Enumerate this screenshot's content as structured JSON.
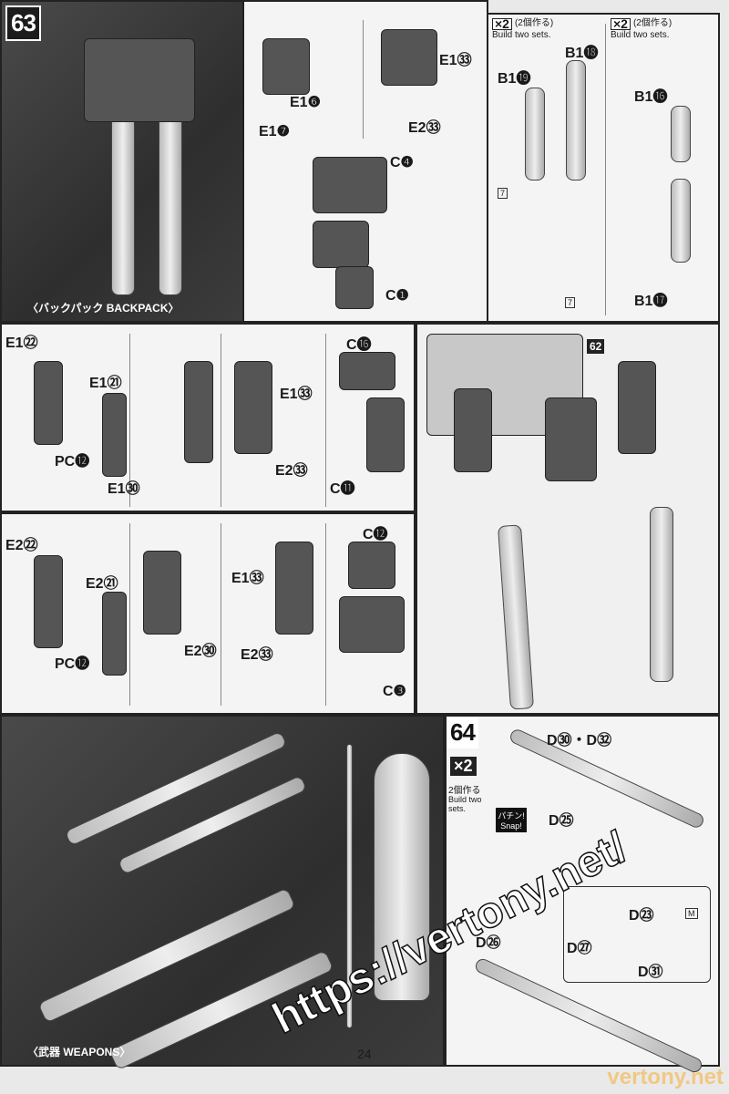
{
  "step63": {
    "number": "63",
    "caption": "〈バックパック BACKPACK〉",
    "labels": [
      "E1❻",
      "E1❼",
      "E1㉝",
      "E2㉝",
      "C❹",
      "C❶"
    ],
    "right": {
      "note_jp": "(2個作る)",
      "note_en": "Build two sets.",
      "multiplier": "×2",
      "labels": [
        "B1⓲",
        "B1⓳",
        "B1⓰",
        "B1⓱"
      ],
      "tool_marks": [
        "7",
        "7"
      ]
    }
  },
  "step62": {
    "number": "62"
  },
  "row_e1": {
    "labels": [
      "E1㉒",
      "E1㉑",
      "E1㉚",
      "E1㉝",
      "E2㉝",
      "C⓰",
      "C⓫",
      "PC⓬"
    ]
  },
  "row_e2": {
    "labels": [
      "E2㉒",
      "E2㉑",
      "E2㉚",
      "E1㉝",
      "E2㉝",
      "C⓬",
      "C❸",
      "PC⓬"
    ]
  },
  "weapons": {
    "caption": "〈武器 WEAPONS〉"
  },
  "step64": {
    "number": "64",
    "multiplier": "×2",
    "note_jp": "2個作る",
    "note_en": "Build two sets.",
    "snap": "パチン! Snap!",
    "labels": [
      "D㉚・D㉜",
      "D㉕",
      "D㉖",
      "D㉗",
      "D㉓",
      "D㉛"
    ],
    "tool_mark": "M"
  },
  "page_number": "24",
  "watermark": "https://vertony.net/",
  "watermark2": "vertony.net"
}
